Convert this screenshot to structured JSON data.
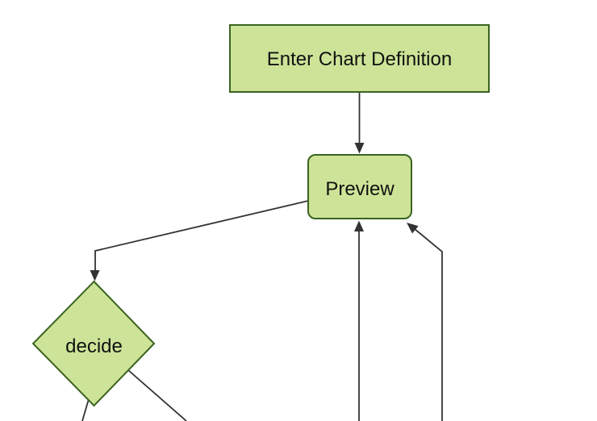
{
  "diagram_type": "flowchart",
  "colors": {
    "background": "#ffffff",
    "node_fill": "#cde498",
    "node_stroke": "#3b6320",
    "edge": "#333333",
    "text": "#111111"
  },
  "nodes": {
    "enter_chart_definition": {
      "label": "Enter Chart Definition",
      "shape": "rectangle"
    },
    "preview": {
      "label": "Preview",
      "shape": "rounded-rectangle"
    },
    "decide": {
      "label": "decide",
      "shape": "diamond"
    }
  },
  "edges": [
    {
      "from": "enter_chart_definition",
      "to": "preview",
      "arrowhead": true
    },
    {
      "from": "preview",
      "to": "decide",
      "arrowhead": true
    },
    {
      "from": "offscreen_bottom_center",
      "to": "preview",
      "arrowhead": true
    },
    {
      "from": "offscreen_bottom_right",
      "to": "preview",
      "arrowhead": true
    },
    {
      "from": "decide",
      "to": "offscreen_bottom_left",
      "arrowhead": false
    },
    {
      "from": "decide",
      "to": "offscreen_bottom_right",
      "arrowhead": false
    }
  ]
}
